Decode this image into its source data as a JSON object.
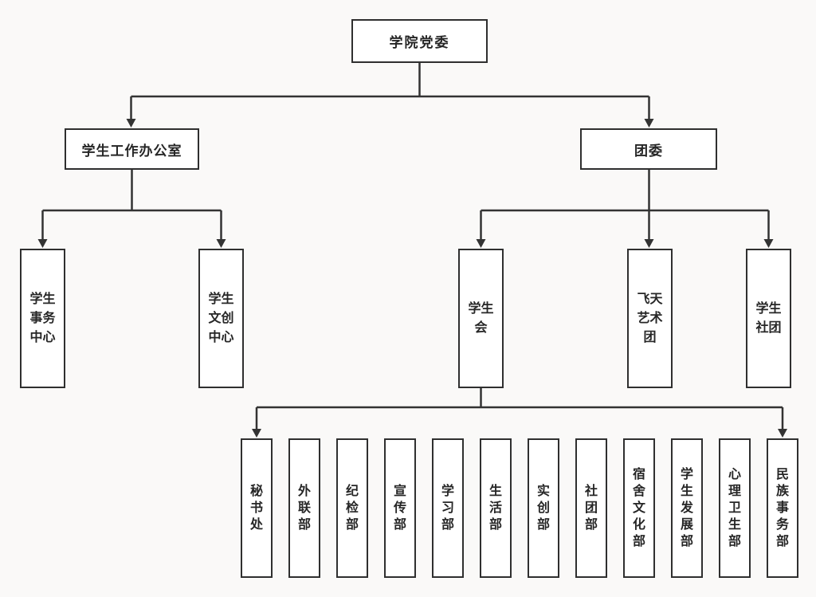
{
  "diagram": {
    "type": "org-chart",
    "root": {
      "label": "学院党委"
    },
    "level2": [
      {
        "label": "学生工作办公室"
      },
      {
        "label": "团委"
      }
    ],
    "office_children": [
      {
        "label": "学生事务中心"
      },
      {
        "label": "学生文创中心"
      }
    ],
    "league_children": [
      {
        "label": "学生会"
      },
      {
        "label": "飞天艺术团"
      },
      {
        "label": "学生社团"
      }
    ],
    "union_departments": [
      {
        "label": "秘书处"
      },
      {
        "label": "外联部"
      },
      {
        "label": "纪检部"
      },
      {
        "label": "宣传部"
      },
      {
        "label": "学习部"
      },
      {
        "label": "生活部"
      },
      {
        "label": "实创部"
      },
      {
        "label": "社团部"
      },
      {
        "label": "宿舍文化部"
      },
      {
        "label": "学生发展部"
      },
      {
        "label": "心理卫生部"
      },
      {
        "label": "民族事务部"
      }
    ],
    "colors": {
      "background": "#faf9f8",
      "box_fill": "#ffffff",
      "box_border": "#2f2f2f",
      "text": "#262626",
      "line": "#333333"
    }
  }
}
